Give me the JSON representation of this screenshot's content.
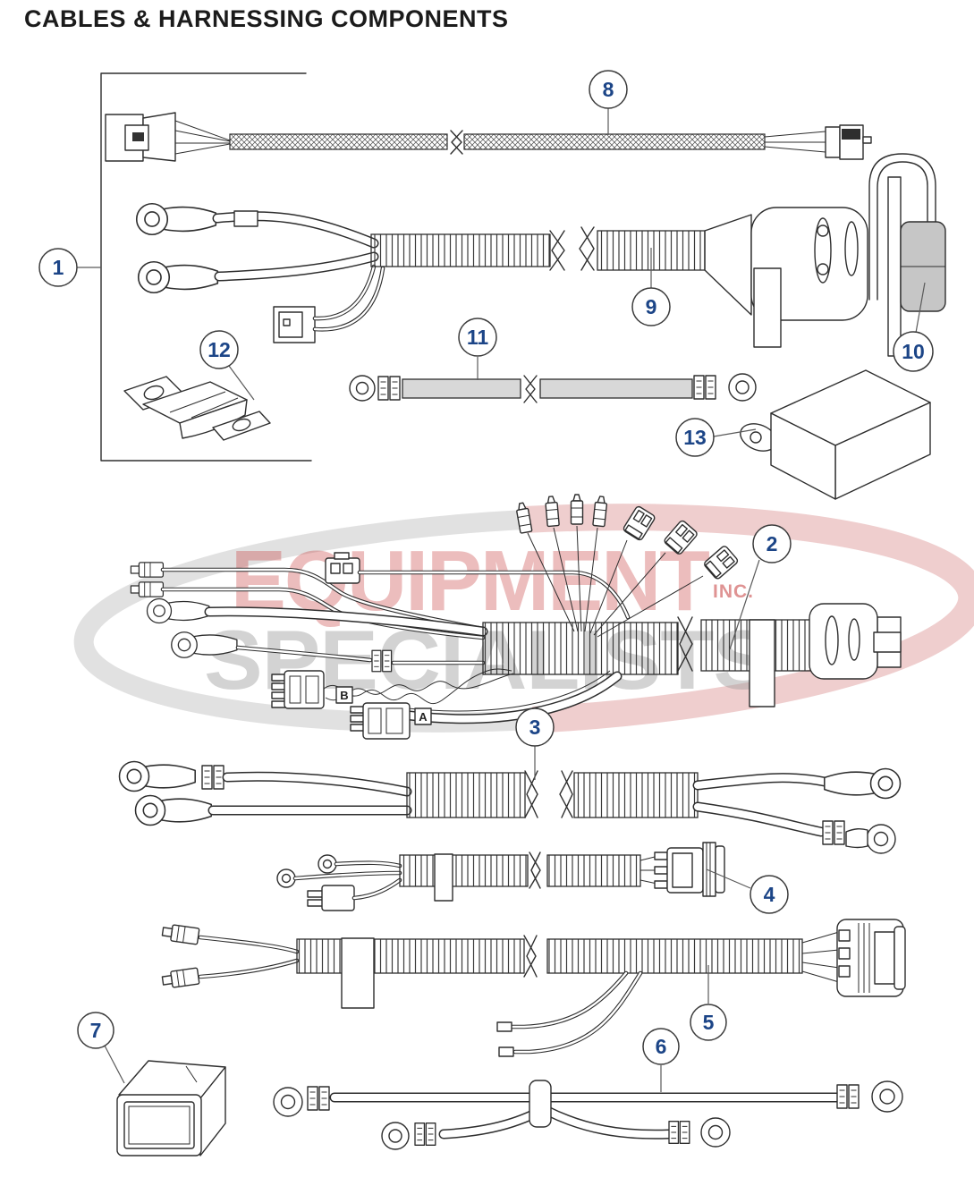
{
  "title": "CABLES & HARNESSING COMPONENTS",
  "watermark": {
    "word1": "EQUIPMENT",
    "word2": "SPECIALISTS",
    "suffix": "INC.",
    "red": "#c63b3b",
    "gray": "#9e9e9e",
    "swoosh_gray": "#c9c9c9",
    "swoosh_pink": "#e4aeae"
  },
  "connector_labels": {
    "a": "A",
    "b": "B"
  },
  "callouts": [
    {
      "label": "1"
    },
    {
      "label": "2"
    },
    {
      "label": "3"
    },
    {
      "label": "4"
    },
    {
      "label": "5"
    },
    {
      "label": "6"
    },
    {
      "label": "7"
    },
    {
      "label": "8"
    },
    {
      "label": "9"
    },
    {
      "label": "10"
    },
    {
      "label": "11"
    },
    {
      "label": "12"
    },
    {
      "label": "13"
    }
  ]
}
